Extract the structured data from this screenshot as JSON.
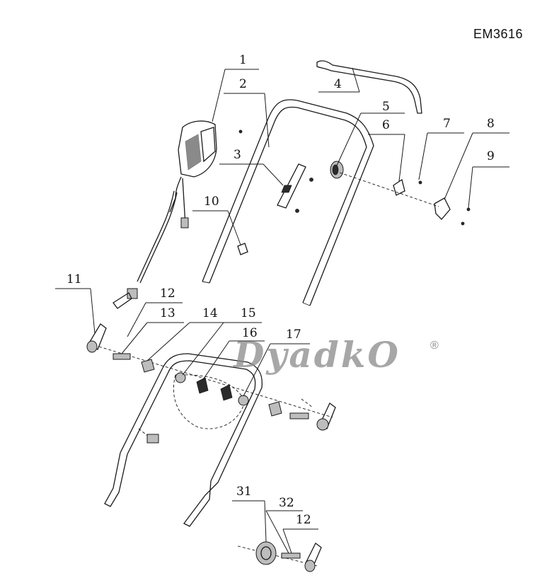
{
  "model_code": "EM3616",
  "watermark": {
    "text": "DyadkO",
    "registered": "®"
  },
  "callouts": [
    "1",
    "2",
    "3",
    "4",
    "5",
    "6",
    "7",
    "8",
    "9",
    "10",
    "11",
    "12",
    "13",
    "14",
    "15",
    "16",
    "17",
    "31",
    "32",
    "12"
  ]
}
